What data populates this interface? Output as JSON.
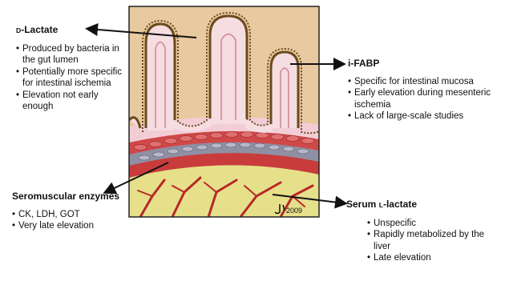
{
  "d_lactate": {
    "heading_prefix": "D",
    "heading_rest": "-Lactate",
    "items": [
      "Produced by bacteria in the gut lumen",
      "Potentially more specific for intestinal ischemia",
      "Elevation not early enough"
    ]
  },
  "i_fabp": {
    "heading": "i-FABP",
    "items": [
      "Specific for intestinal mucosa",
      "Early elevation during mesenteric ischemia",
      "Lack of large-scale studies"
    ]
  },
  "seromuscular": {
    "heading": "Seromuscular enzymes",
    "items": [
      "CK, LDH, GOT",
      "Very late elevation"
    ]
  },
  "serum_lactate": {
    "heading_prefix": "Serum ",
    "heading_sc": "L",
    "heading_rest": "-lactate",
    "items": [
      "Unspecific",
      "Rapidly metabolized by the liver",
      "Late elevation"
    ]
  },
  "diagram": {
    "signature": "2009"
  },
  "colors": {
    "lumen": "#e8c9a0",
    "villus_outline": "#6b4a1c",
    "villus_fill": "#f3d4dc",
    "mucosa": "#f5dde2",
    "muscle_red": "#c83c3c",
    "submucosa_gray": "#8e8ea0",
    "fat_yellow": "#e6e08a",
    "vessel": "#b82828"
  }
}
